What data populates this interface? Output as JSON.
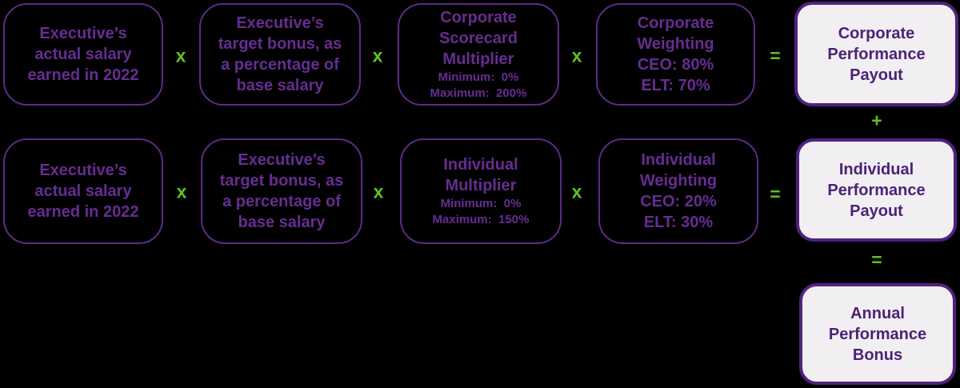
{
  "colors": {
    "background": "#000000",
    "box_border": "#5B2C85",
    "box_text": "#662D91",
    "result_bg": "#F1EFF2",
    "result_border": "#50217F",
    "result_text": "#4B2277",
    "operator_green": "#5EC223"
  },
  "rows": [
    {
      "name": "corporate",
      "factors": [
        {
          "text": "Executive’s\nactual salary\nearned in 2022"
        },
        {
          "text": "Executive’s\ntarget bonus, as\na percentage of\nbase salary"
        },
        {
          "text": "Corporate\nScorecard\nMultiplier",
          "subtext": "Minimum:  0%\nMaximum:  200%"
        },
        {
          "text": "Corporate\nWeighting\nCEO: 80%\nELT: 70%"
        }
      ],
      "operators": {
        "op1": "x",
        "op2": "x",
        "op3": "x",
        "equals": "="
      },
      "result": {
        "text": "Corporate\nPerformance\nPayout"
      }
    },
    {
      "name": "individual",
      "factors": [
        {
          "text": "Executive’s\nactual salary\nearned in 2022"
        },
        {
          "text": "Executive’s\ntarget bonus, as\na percentage of\nbase salary"
        },
        {
          "text": "Individual\nMultiplier",
          "subtext": "Minimum:  0%\nMaximum:  150%"
        },
        {
          "text": "Individual\nWeighting\nCEO: 20%\nELT: 30%"
        }
      ],
      "operators": {
        "op1": "x",
        "op2": "x",
        "op3": "x",
        "equals": "="
      },
      "result": {
        "text": "Individual\nPerformance\nPayout"
      }
    }
  ],
  "plus": "+",
  "final_equals": "=",
  "final_result": {
    "text": "Annual\nPerformance\nBonus"
  }
}
